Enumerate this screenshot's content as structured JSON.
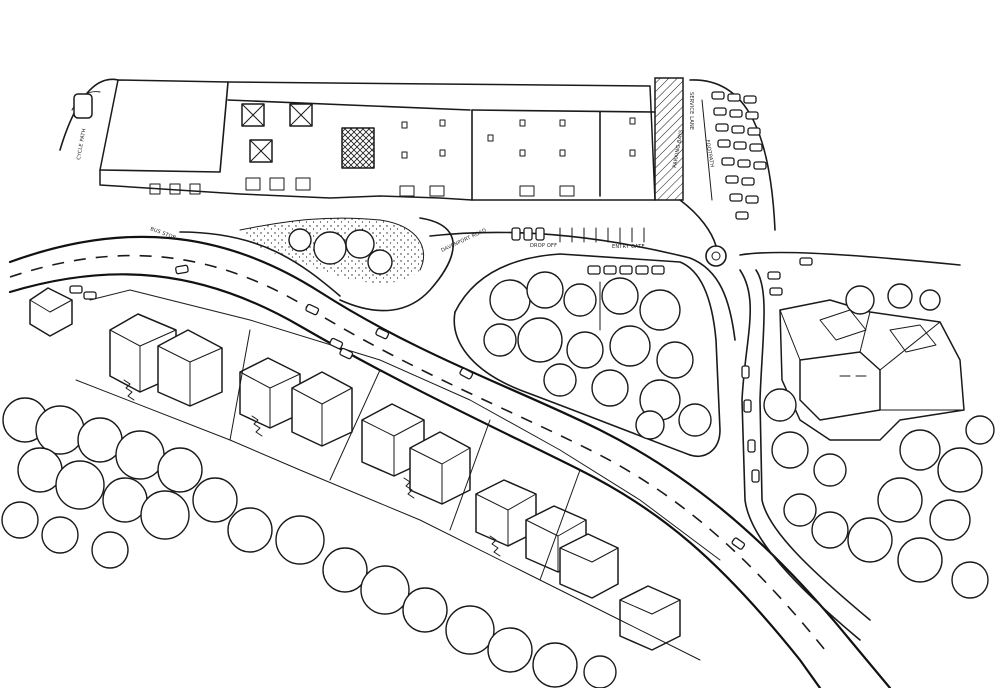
{
  "image": {
    "labels": {
      "street_top": "DAVENPORT ROAD",
      "service_lane": "SERVICE LANE",
      "footpath": "FOOTPATH",
      "drop_off": "DROP OFF",
      "entry_gate": "ENTRY GATE",
      "parking_bays": "PARKING BAYS",
      "cycle_path": "CYCLE PATH",
      "bus_stop": "BUS STOP"
    }
  }
}
